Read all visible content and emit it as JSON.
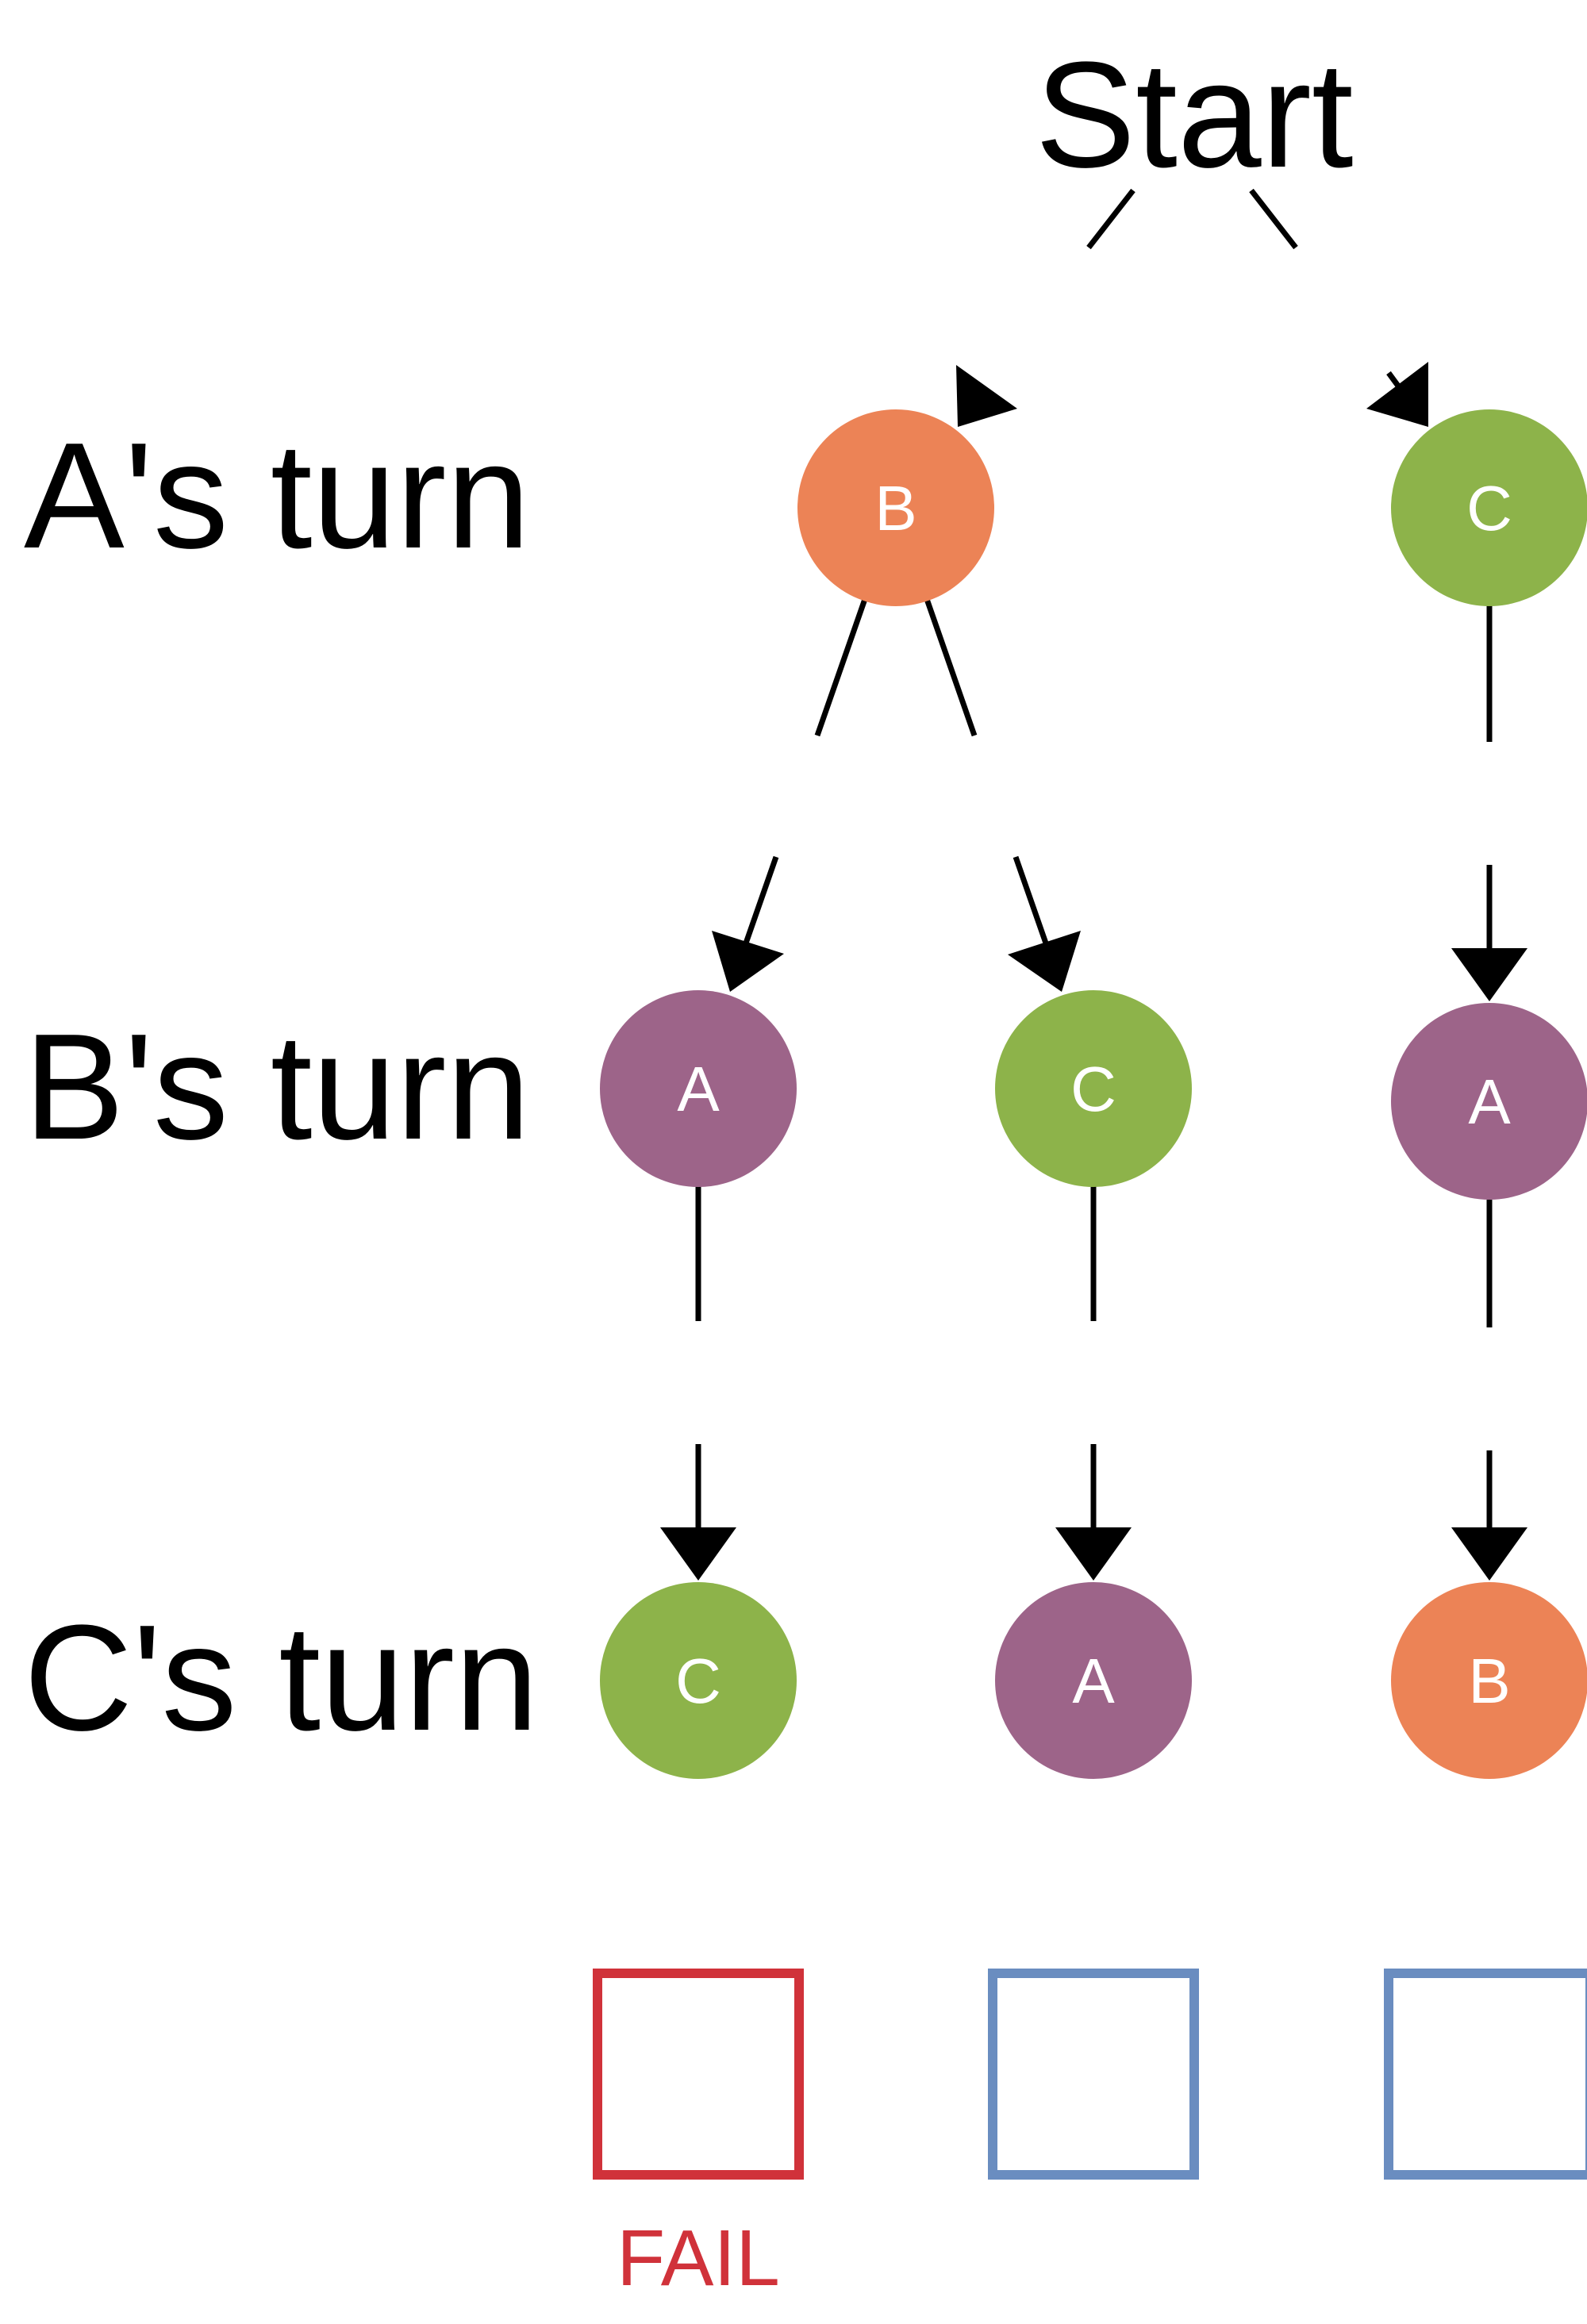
{
  "title": "Start",
  "rows": [
    {
      "label": "A's turn"
    },
    {
      "label": "B's turn"
    },
    {
      "label": "C's turn"
    }
  ],
  "nodes": {
    "a_b": {
      "text": "B",
      "color": "#EC8356"
    },
    "a_c": {
      "text": "C",
      "color": "#8DB34A"
    },
    "b_a1": {
      "text": "A",
      "color": "#9D6489"
    },
    "b_c": {
      "text": "C",
      "color": "#8DB34A"
    },
    "b_a2": {
      "text": "A",
      "color": "#9D6489"
    },
    "c_c": {
      "text": "C",
      "color": "#8DB34A"
    },
    "c_a": {
      "text": "A",
      "color": "#9D6489"
    },
    "c_b": {
      "text": "B",
      "color": "#EC8356"
    }
  },
  "outcomes": [
    {
      "text": "FAIL",
      "color": "#D0323A"
    },
    {
      "text": "",
      "color": "#6A8DC0"
    },
    {
      "text": "",
      "color": "#6A8DC0"
    }
  ]
}
